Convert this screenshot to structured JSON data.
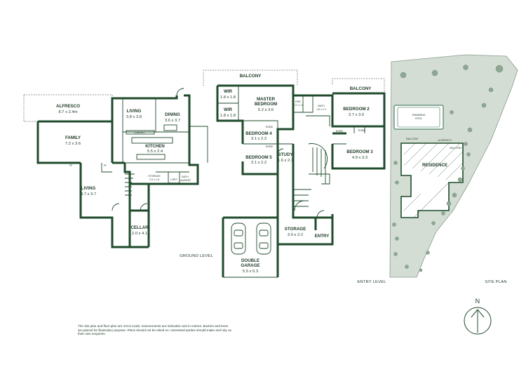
{
  "ground_level": {
    "label": "GROUND LEVEL",
    "rooms": {
      "alfresco": {
        "name": "ALFRESCO",
        "dim": "8.7 x 2.4m"
      },
      "family": {
        "name": "FAMILY",
        "dim": "7.2 x 3.6"
      },
      "living_upper": {
        "name": "LIVING",
        "dim": "3.8 x 3.8"
      },
      "dining": {
        "name": "DINING",
        "dim": "3.6 x 3.7"
      },
      "kitchen": {
        "name": "KITCHEN",
        "dim": "5.5 x 2.4"
      },
      "living_lower": {
        "name": "LIVING",
        "dim": "4.7 x 3.7"
      },
      "cellar": {
        "name": "CELLAR",
        "dim": "2.0 x 4.1"
      }
    },
    "small_labels": {
      "library": "LIBRARY",
      "storage": "STORAGE",
      "storage_dim": "2.0 x 1.8",
      "ldry": "L'DRY",
      "ldry_dim": "2.4 x 1.8",
      "bath": "BATH",
      "bath_sub": "LAUNDRY",
      "ff1": "FF",
      "ff2": "FF"
    }
  },
  "entry_level": {
    "label": "ENTRY LEVEL",
    "rooms": {
      "balcony_top": {
        "name": "BALCONY"
      },
      "wir1": {
        "name": "WIR",
        "dim": "1.8 x 1.8"
      },
      "wir2": {
        "name": "WIR",
        "dim": "1.8 x 1.8"
      },
      "master": {
        "name": "MASTER",
        "name2": "BEDROOM",
        "dim": "5.2 x 3.6"
      },
      "balcony_right": {
        "name": "BALCONY"
      },
      "bedroom2": {
        "name": "BEDROOM 2",
        "dim": "3.7 x 3.0"
      },
      "bedroom4": {
        "name": "BEDROOM 4",
        "dim": "3.1 x 2.2"
      },
      "bedroom5": {
        "name": "BEDROOM 5",
        "dim": "3.1 x 2.2"
      },
      "study": {
        "name": "STUDY",
        "dim": "1.6 x 2.1"
      },
      "bedroom3": {
        "name": "BEDROOM 3",
        "dim": "4.9 x 3.3"
      },
      "storage": {
        "name": "STORAGE",
        "dim": "3.0 x 2.2"
      },
      "entry": {
        "name": "ENTRY"
      },
      "garage": {
        "name": "DOUBLE",
        "name2": "GARAGE",
        "dim": "5.5 x 5.3"
      }
    },
    "small_labels": {
      "bath": "BATH",
      "bath_dim": "1.8 x 1.2",
      "ens": "ENS",
      "ens_dim": "2.2 x 1.3",
      "robe1": "ROBE",
      "robe2": "ROBE",
      "robe3": "ROBE",
      "robe4": "ROBE"
    }
  },
  "site_plan": {
    "label": "SITE PLAN",
    "pool": {
      "name": "SWIMMING",
      "name2": "POOL"
    },
    "residence": "RESIDENCE",
    "alfresco": "ALFRESCO",
    "small1": "BALCONY",
    "small2": "BALCONY"
  },
  "north": {
    "letter": "N"
  },
  "disclaimer": "The site plan and floor plan are not to scale; mesurements are indicative and in metres. Bushes and trees are placed for illustration purpose. Plans should not be relied on. Interested parties should make and rely on their own enquiries.",
  "colors": {
    "wall": "#1f4b2c",
    "site_fill": "#d4ddd4",
    "tree": "#8fa896",
    "pool": "#2d6a4f"
  }
}
